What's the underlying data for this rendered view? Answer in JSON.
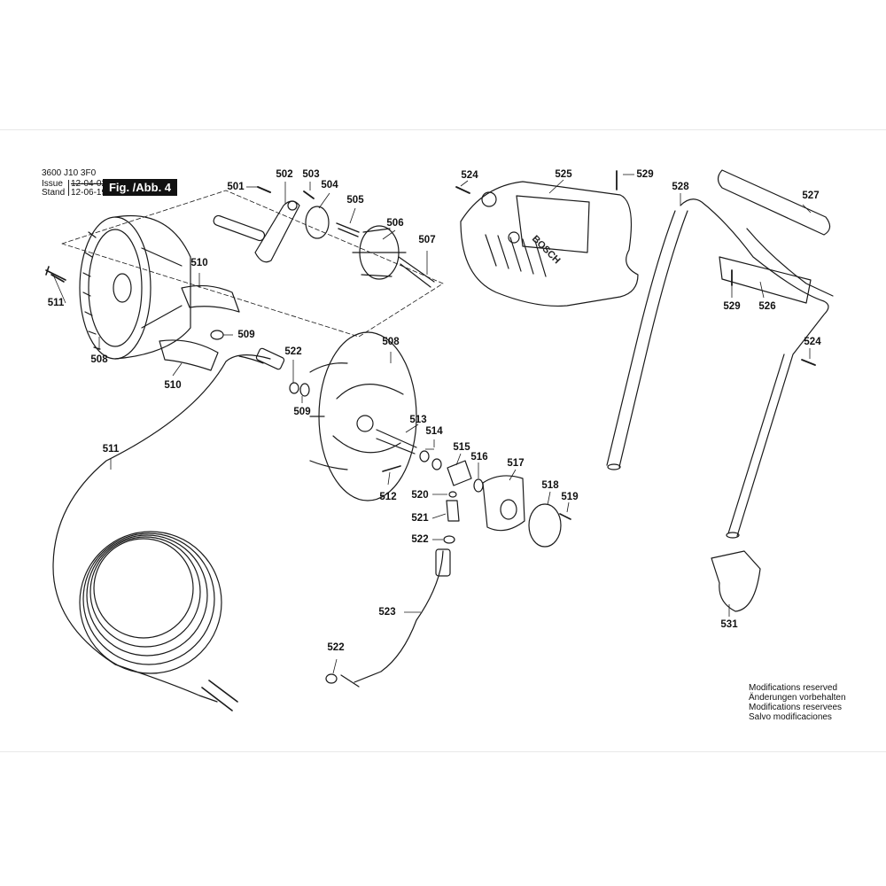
{
  "header": {
    "doc_number": "3600 J10 3F0",
    "issue_label": "Issue",
    "issue_date": "12-04-02",
    "stand_label": "Stand",
    "stand_date": "12-06-19",
    "figure_label": "Fig. /Abb. 4"
  },
  "brand_mark": "BOSCH",
  "part_labels": [
    "501",
    "502",
    "503",
    "504",
    "505",
    "506",
    "507",
    "508",
    "509",
    "510",
    "511",
    "512",
    "513",
    "514",
    "515",
    "516",
    "517",
    "518",
    "519",
    "520",
    "521",
    "522",
    "523",
    "524",
    "525",
    "526",
    "527",
    "528",
    "529",
    "531"
  ],
  "notes": {
    "line1": "Modifications reserved",
    "line2": "Änderungen vorbehalten",
    "line3": "Modifications reservees",
    "line4": "Salvo modificaciones"
  }
}
